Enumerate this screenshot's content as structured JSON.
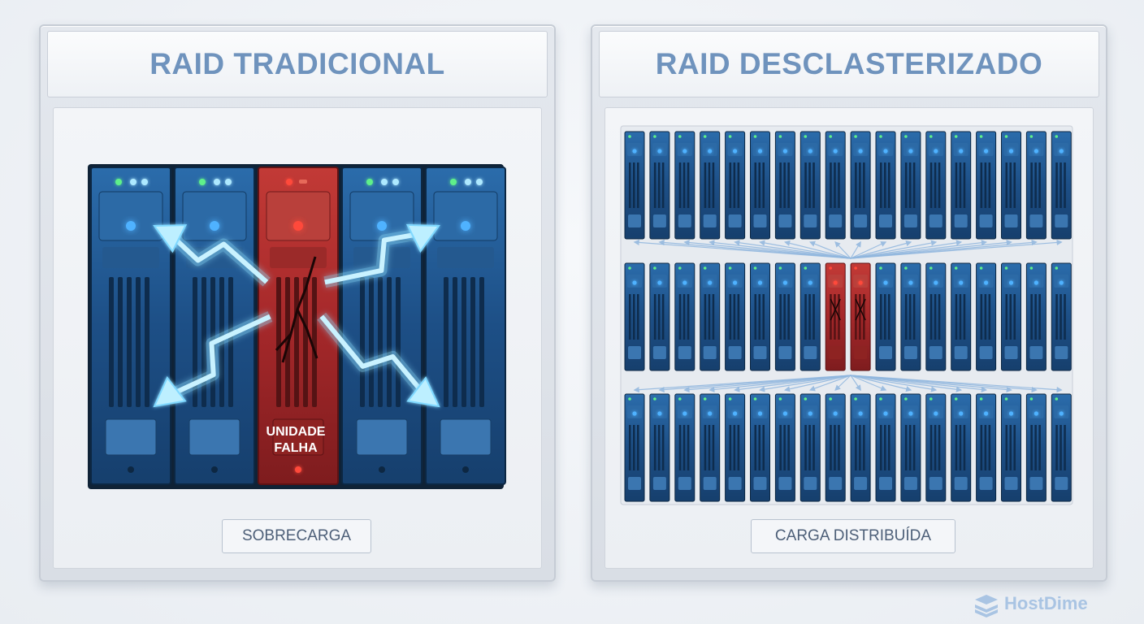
{
  "left_panel": {
    "title": "RAID TRADICIONAL",
    "badge": "SOBRECARGA",
    "failed_label_line1": "UNIDADE",
    "failed_label_line2": "FALHA",
    "drive_count": 5,
    "failed_drive_index": 2
  },
  "right_panel": {
    "title": "RAID DESCLASTERIZADO",
    "badge": "CARGA DISTRIBUÍDA",
    "rows": 3,
    "drives_per_row": 18,
    "failed_drives": [
      {
        "row": 1,
        "col": 8
      },
      {
        "row": 1,
        "col": 9
      }
    ]
  },
  "logo": {
    "text": "HostDime",
    "icon": "hostdime-stack-icon"
  },
  "colors": {
    "title": "#6f93bd",
    "drive_blue": "#1d4f86",
    "drive_red": "#a5282a",
    "led_blue": "#4fb2ff",
    "led_green": "#5ef08a",
    "led_red": "#ff4a3a",
    "arrow_glow": "#7fd8ff"
  }
}
